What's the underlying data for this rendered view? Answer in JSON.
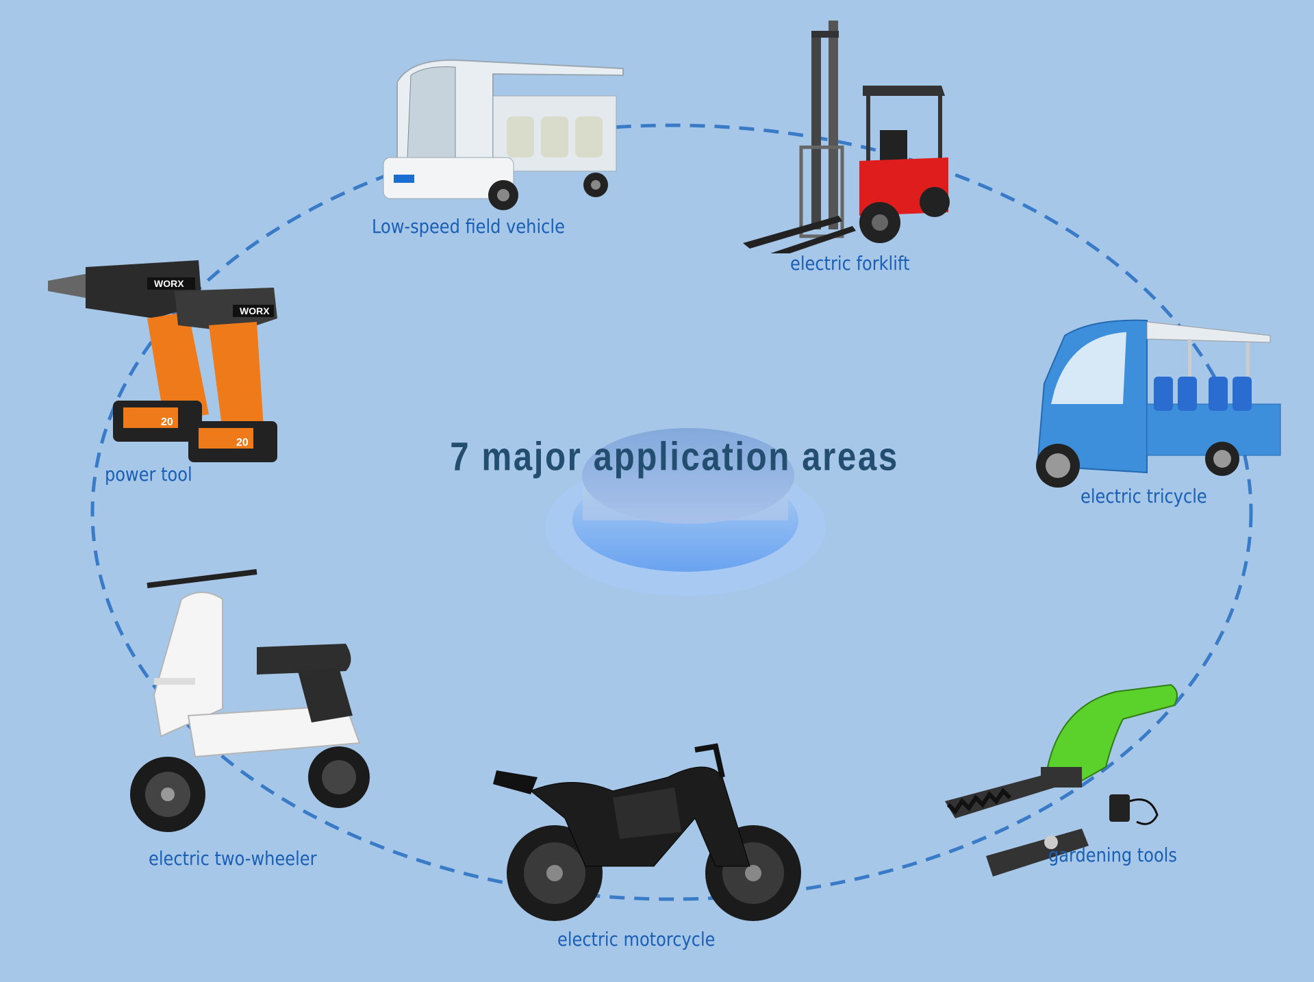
{
  "title": "7 major application areas",
  "colors": {
    "background": "#a7c7e8",
    "title": "#234e70",
    "label": "#1a5fb4",
    "dashed_ring": "#3a7bc8"
  },
  "areas": [
    {
      "label": "Low-speed field vehicle",
      "image": "low-speed-vehicle-image"
    },
    {
      "label": "electric forklift",
      "image": "forklift-image"
    },
    {
      "label": "electric tricycle",
      "image": "tricycle-image"
    },
    {
      "label": "gardening tools",
      "image": "hedge-trimmer-image"
    },
    {
      "label": "electric motorcycle",
      "image": "motorcycle-image"
    },
    {
      "label": "electric two-wheeler",
      "image": "scooter-image"
    },
    {
      "label": "power tool",
      "image": "drill-image"
    }
  ],
  "badges": {
    "drill_brand": "WORX",
    "battery_voltage": "20"
  }
}
